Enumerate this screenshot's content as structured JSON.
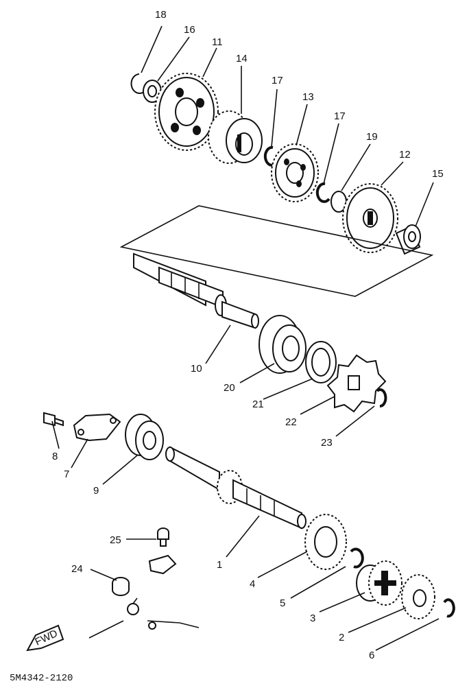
{
  "diagram": {
    "callouts": [
      "18",
      "16",
      "11",
      "14",
      "17",
      "13",
      "17",
      "19",
      "12",
      "15",
      "10",
      "20",
      "21",
      "22",
      "23",
      "8",
      "7",
      "9",
      "25",
      "24",
      "1",
      "4",
      "5",
      "3",
      "2",
      "6"
    ],
    "fwd_label": "FWD",
    "drawing_code": "5M4342-2120"
  }
}
